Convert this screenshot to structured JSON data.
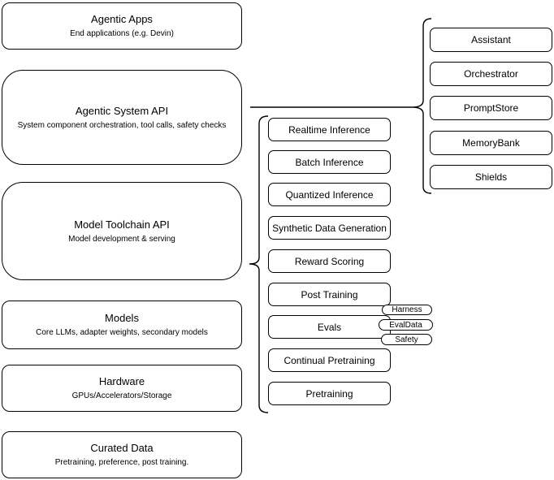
{
  "diagram": {
    "stack_layers": [
      {
        "title": "Agentic Apps",
        "subtitle": "End applications (e.g. Devin)"
      },
      {
        "title": "Agentic System API",
        "subtitle": "System component orchestration, tool calls, safety checks"
      },
      {
        "title": "Model Toolchain API",
        "subtitle": "Model development & serving"
      },
      {
        "title": "Models",
        "subtitle": "Core LLMs, adapter weights, secondary models"
      },
      {
        "title": "Hardware",
        "subtitle": "GPUs/Accelerators/Storage"
      },
      {
        "title": "Curated Data",
        "subtitle": "Pretraining, preference, post training."
      }
    ],
    "toolchain_components": [
      "Realtime Inference",
      "Batch Inference",
      "Quantized Inference",
      "Synthetic Data Generation",
      "Reward Scoring",
      "Post Training",
      "Evals",
      "Continual Pretraining",
      "Pretraining"
    ],
    "eval_tags": [
      "Harness",
      "EvalData",
      "Safety"
    ],
    "system_components": [
      "Assistant",
      "Orchestrator",
      "PromptStore",
      "MemoryBank",
      "Shields"
    ],
    "colors": {
      "stroke": "#000000",
      "fill": "#ffffff",
      "text": "#000000"
    }
  }
}
